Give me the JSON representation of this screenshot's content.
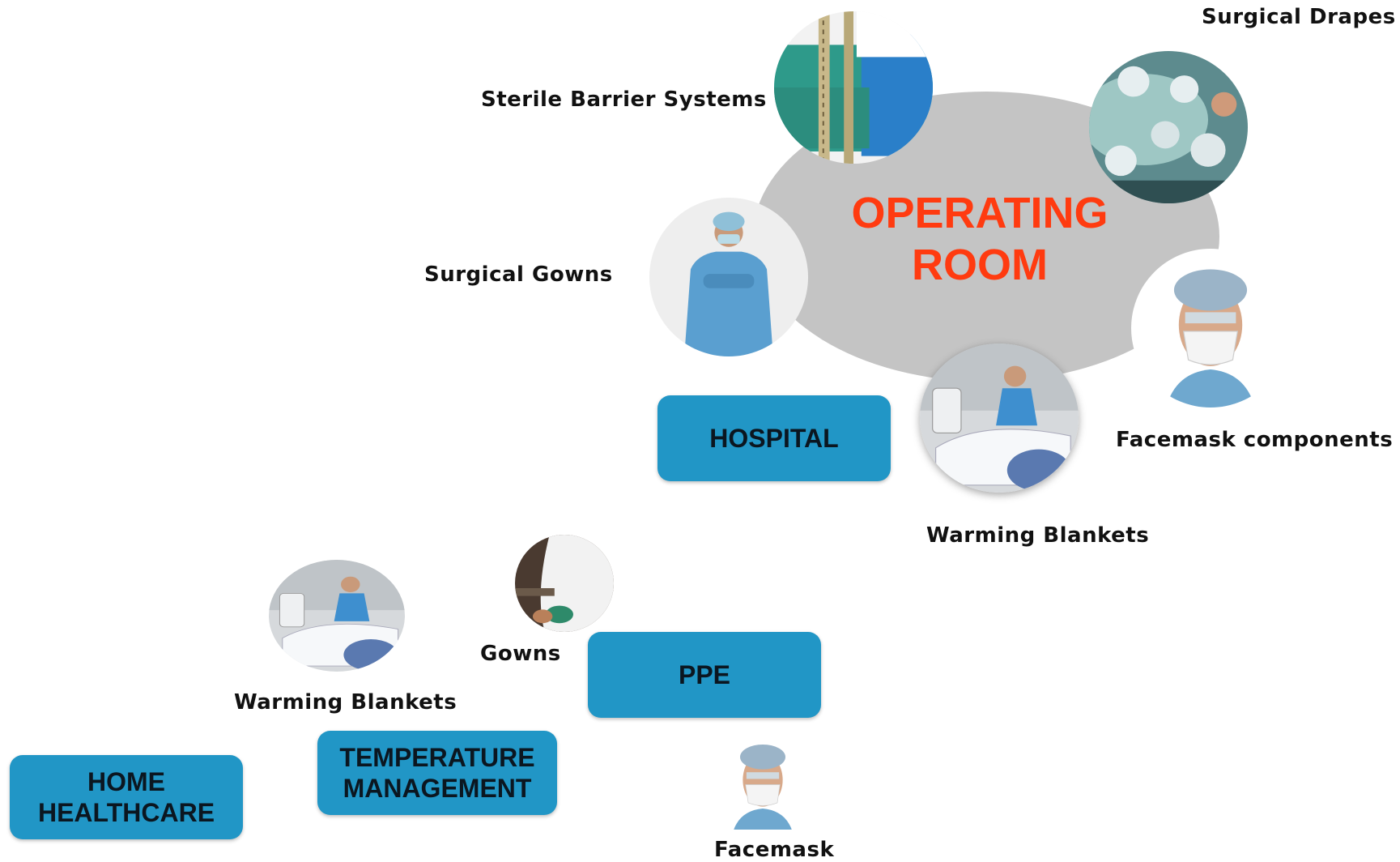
{
  "operating_room": {
    "title_line1": "OPERATING",
    "title_line2": "ROOM",
    "accent_color": "#ff3b10",
    "ellipse_color": "#c4c4c4"
  },
  "photo_labels": {
    "surgical_drapes": "Surgical Drapes",
    "sterile_barrier": "Sterile Barrier Systems",
    "surgical_gowns": "Surgical Gowns",
    "facemask_components": "Facemask components",
    "warming_blankets_hospital": "Warming Blankets",
    "gowns": "Gowns",
    "warming_blankets_temp": "Warming Blankets",
    "facemask": "Facemask"
  },
  "categories": {
    "hospital": "HOSPITAL",
    "ppe": "PPE",
    "temperature_line1": "TEMPERATURE",
    "temperature_line2": "MANAGEMENT",
    "home_line1": "HOME",
    "home_line2": "HEALTHCARE",
    "box_color": "#2196c6"
  },
  "icons": {
    "surgical_drapes": "surgical-team-photo",
    "sterile_barrier": "sterile-package-photo",
    "surgical_gowns": "surgeon-in-gown-photo",
    "facemask_components": "masked-surgeon-photo",
    "warming_blankets": "warming-blanket-photo",
    "gowns": "protective-gown-photo",
    "facemask": "facemask-photo"
  }
}
